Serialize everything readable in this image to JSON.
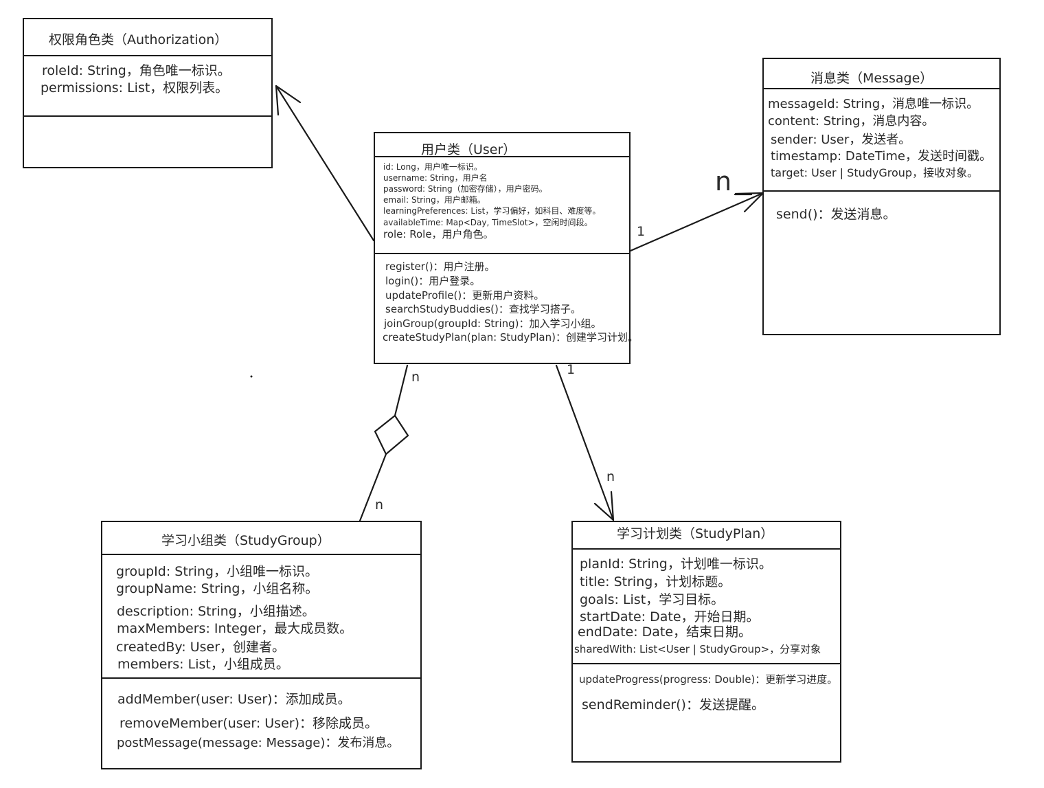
{
  "classes": {
    "authorization": {
      "title": "权限角色类（Authorization）",
      "attributes": [
        "roleId: String，角色唯一标识。",
        "permissions: List，权限列表。"
      ],
      "methods": []
    },
    "user": {
      "title": "用户类（User）",
      "attributes": [
        "id: Long，用户唯一标识。",
        "username: String，用户名",
        "password: String（加密存储），用户密码。",
        "email: String，用户邮箱。",
        "learningPreferences: List，学习偏好，如科目、难度等。",
        "availableTime: Map<Day, TimeSlot>，空闲时间段。",
        "role: Role，用户角色。"
      ],
      "methods": [
        "register()：用户注册。",
        "login()：用户登录。",
        "updateProfile()：更新用户资料。",
        "searchStudyBuddies()：查找学习搭子。",
        "joinGroup(groupId: String)：加入学习小组。",
        "createStudyPlan(plan: StudyPlan)：创建学习计划。"
      ]
    },
    "message": {
      "title": "消息类（Message）",
      "attributes": [
        "messageId: String，消息唯一标识。",
        "content: String，消息内容。",
        "sender: User，发送者。",
        "timestamp: DateTime，发送时间戳。",
        "target: User | StudyGroup，接收对象。"
      ],
      "methods": [
        "send()：发送消息。"
      ]
    },
    "studygroup": {
      "title": "学习小组类（StudyGroup）",
      "attributes": [
        "groupId: String，小组唯一标识。",
        "groupName: String，小组名称。",
        "description: String，小组描述。",
        "maxMembers: Integer，最大成员数。",
        "createdBy: User，创建者。",
        "members: List，小组成员。"
      ],
      "methods": [
        "addMember(user: User)：添加成员。",
        "removeMember(user: User)：移除成员。",
        "postMessage(message: Message)：发布消息。"
      ]
    },
    "studyplan": {
      "title": "学习计划类（StudyPlan）",
      "attributes": [
        "planId: String，计划唯一标识。",
        "title: String，计划标题。",
        "goals: List，学习目标。",
        "startDate: Date，开始日期。",
        "endDate: Date，结束日期。",
        "sharedWith: List<User | StudyGroup>，分享对象"
      ],
      "methods": [
        "updateProgress(progress: Double)：更新学习进度。",
        "sendReminder()：发送提醒。"
      ]
    }
  },
  "multiplicities": {
    "user_message_source": "1",
    "user_message_target": "n",
    "user_group_source": "n",
    "user_group_target": "n",
    "user_plan_source": "1",
    "user_plan_target": "n"
  },
  "colors": {
    "line": "#1a1a1a",
    "text": "#2a2a2a",
    "background": "#ffffff"
  }
}
